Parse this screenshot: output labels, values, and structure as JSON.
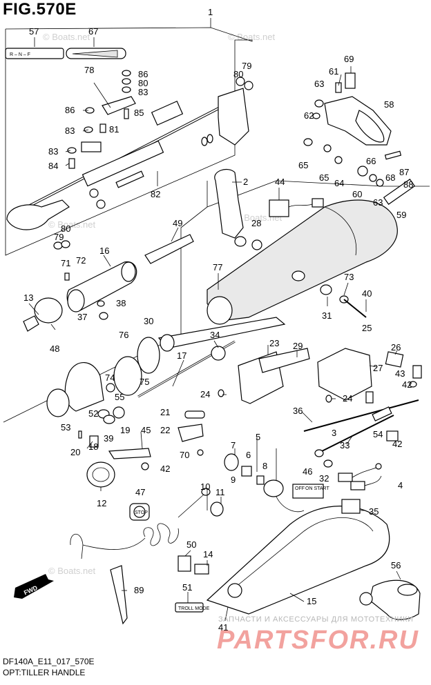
{
  "figure": {
    "title": "FIG.570E",
    "footer_model": "DF140A_E11_017_570E",
    "footer_subtitle": "OPT:TILLER HANDLE",
    "watermark_text": "© Boats.net",
    "bottom_banner": "ЗАПЧАСТИ И АКСЕССУАРЫ ДЛЯ МОТОТЕХНИКИ",
    "bottom_logo": "PARTSFOR.RU",
    "shift_label": "R – N – F",
    "trolling_label": "TROLL MODE",
    "switch_label_off": "OFF",
    "switch_label_on": "ON START",
    "fwd_label": "FWD",
    "stop_label": "STOP"
  },
  "callouts": {
    "c1": "1",
    "c57": "57",
    "c67": "67",
    "c78": "78",
    "c86a": "86",
    "c80a": "80",
    "c83a": "83",
    "c86b": "86",
    "c85": "85",
    "c83b": "83",
    "c81": "81",
    "c83c": "83",
    "c84": "84",
    "c82": "82",
    "c80b": "80",
    "c79a": "79",
    "c79b": "79",
    "c80c": "80",
    "c69": "69",
    "c61": "61",
    "c63a": "63",
    "c62": "62",
    "c58": "58",
    "c65a": "65",
    "c65b": "65",
    "c64": "64",
    "c66": "66",
    "c68": "68",
    "c87": "87",
    "c88": "88",
    "c60": "60",
    "c63b": "63",
    "c59": "59",
    "c2": "2",
    "c44": "44",
    "c28": "28",
    "c49": "49",
    "c16": "16",
    "c71": "71",
    "c72": "72",
    "c77": "77",
    "c73": "73",
    "c40": "40",
    "c13": "13",
    "c38": "38",
    "c37": "37",
    "c48": "48",
    "c31": "31",
    "c25": "25",
    "c30": "30",
    "c76": "76",
    "c34": "34",
    "c23": "23",
    "c29": "29",
    "c26": "26",
    "c27": "27",
    "c74": "74",
    "c75": "75",
    "c17": "17",
    "c43": "43",
    "c42a": "42",
    "c55": "55",
    "c24a": "24",
    "c24b": "24",
    "c52": "52",
    "c36": "36",
    "c53": "53",
    "c21": "21",
    "c22": "22",
    "c3": "3",
    "c39": "39",
    "c19": "19",
    "c45": "45",
    "c54": "54",
    "c42b": "42",
    "c20": "20",
    "c18": "18",
    "c70": "70",
    "c33": "33",
    "c7": "7",
    "c5": "5",
    "c6": "6",
    "c8": "8",
    "c42c": "42",
    "c46": "46",
    "c32": "32",
    "c4": "4",
    "c12": "12",
    "c9": "9",
    "c10": "10",
    "c11": "11",
    "c47": "47",
    "c35": "35",
    "c50": "50",
    "c14": "14",
    "c56": "56",
    "c51": "51",
    "c89": "89",
    "c15": "15",
    "c41": "41"
  }
}
